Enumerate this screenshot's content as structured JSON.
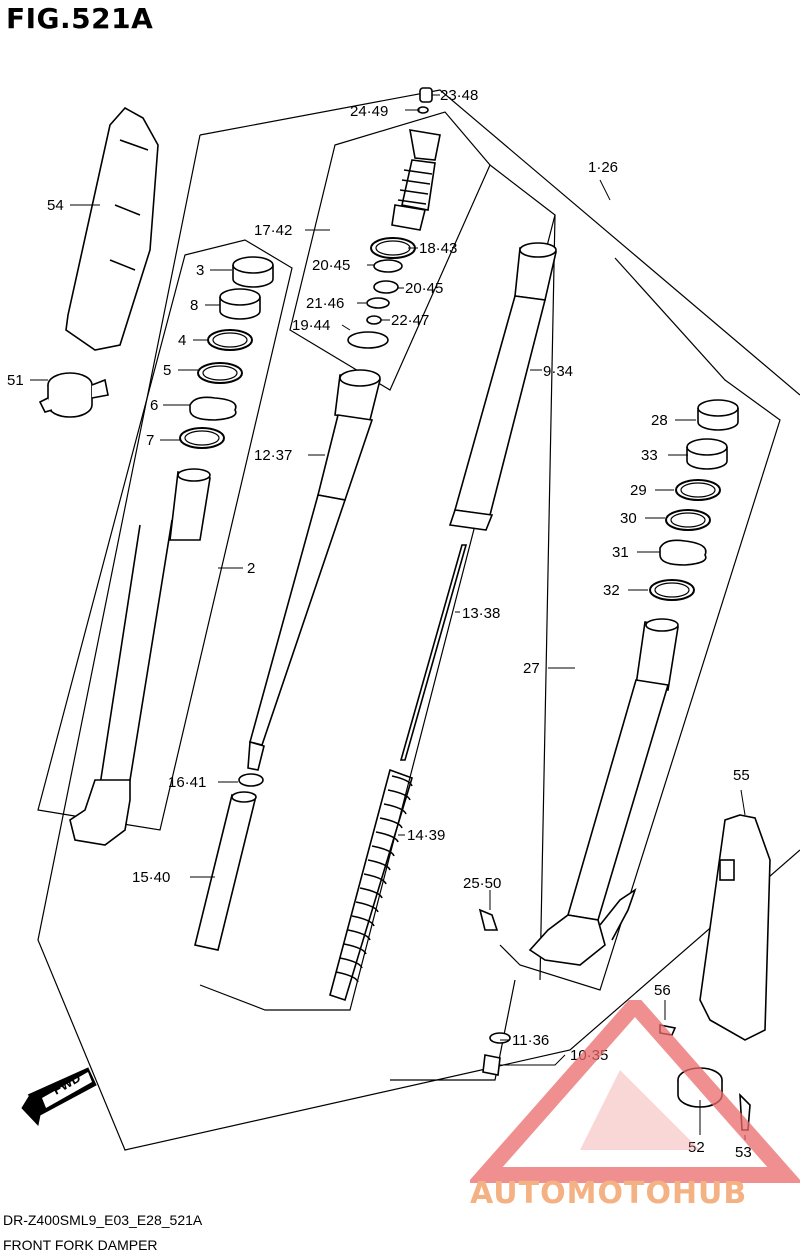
{
  "figure": {
    "title": "FIG.521A",
    "footer_code": "DR-Z400SML9_E03_E28_521A",
    "footer_caption": "FRONT FORK DAMPER"
  },
  "callouts": [
    {
      "id": "c-23-48",
      "text": "23·48"
    },
    {
      "id": "c-24-49",
      "text": "24·49"
    },
    {
      "id": "c-1-26",
      "text": "1·26"
    },
    {
      "id": "c-54",
      "text": "54"
    },
    {
      "id": "c-17-42",
      "text": "17·42"
    },
    {
      "id": "c-18-43",
      "text": "18·43"
    },
    {
      "id": "c-20-45a",
      "text": "20·45"
    },
    {
      "id": "c-20-45b",
      "text": "20·45"
    },
    {
      "id": "c-21-46",
      "text": "21·46"
    },
    {
      "id": "c-22-47",
      "text": "22·47"
    },
    {
      "id": "c-19-44",
      "text": "19·44"
    },
    {
      "id": "c-3",
      "text": "3"
    },
    {
      "id": "c-8",
      "text": "8"
    },
    {
      "id": "c-4",
      "text": "4"
    },
    {
      "id": "c-5",
      "text": "5"
    },
    {
      "id": "c-6",
      "text": "6"
    },
    {
      "id": "c-7",
      "text": "7"
    },
    {
      "id": "c-51",
      "text": "51"
    },
    {
      "id": "c-9-34",
      "text": "9·34"
    },
    {
      "id": "c-12-37",
      "text": "12·37"
    },
    {
      "id": "c-28",
      "text": "28"
    },
    {
      "id": "c-33",
      "text": "33"
    },
    {
      "id": "c-29",
      "text": "29"
    },
    {
      "id": "c-30",
      "text": "30"
    },
    {
      "id": "c-31",
      "text": "31"
    },
    {
      "id": "c-32",
      "text": "32"
    },
    {
      "id": "c-2",
      "text": "2"
    },
    {
      "id": "c-13-38",
      "text": "13·38"
    },
    {
      "id": "c-27",
      "text": "27"
    },
    {
      "id": "c-16-41",
      "text": "16·41"
    },
    {
      "id": "c-55",
      "text": "55"
    },
    {
      "id": "c-14-39",
      "text": "14·39"
    },
    {
      "id": "c-15-40",
      "text": "15·40"
    },
    {
      "id": "c-25-50",
      "text": "25·50"
    },
    {
      "id": "c-56",
      "text": "56"
    },
    {
      "id": "c-11-36",
      "text": "11·36"
    },
    {
      "id": "c-10-35",
      "text": "10·35"
    },
    {
      "id": "c-52",
      "text": "52"
    },
    {
      "id": "c-53",
      "text": "53"
    }
  ],
  "fwd_label": "FWD",
  "watermark": {
    "text": "AUTOMOTOHUB",
    "color_primary": "#f4b183",
    "color_accent": "#ea6a6a"
  }
}
